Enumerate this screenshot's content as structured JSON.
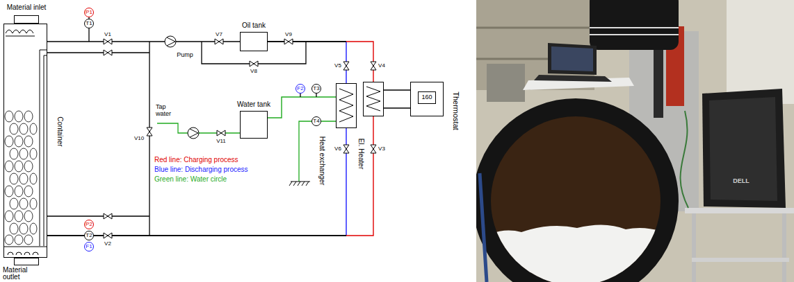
{
  "diagram": {
    "nodes": [
      {
        "text": [
          "Container"
        ]
      },
      {
        "text": [
          "Material inlet"
        ]
      },
      {
        "text": [
          "Material outlet"
        ]
      },
      {
        "text": [
          "Oil tank"
        ]
      },
      {
        "text": [
          "Water tank"
        ]
      },
      {
        "text": [
          "Heat exchanger"
        ]
      },
      {
        "text": [
          "El. Heater"
        ]
      },
      {
        "text": [
          "Thermostat"
        ]
      },
      {
        "text": [
          "160"
        ],
        "in": 7
      }
    ],
    "edges": [
      {
        "from": 0,
        "to": 3,
        "arrow": "none"
      },
      {
        "from": 3,
        "to": 5,
        "arrow": "none"
      },
      {
        "from": 3,
        "to": 6,
        "arrow": "none"
      },
      {
        "from": 5,
        "to": 0,
        "arrow": "none"
      },
      {
        "from": 6,
        "to": 0,
        "arrow": "none"
      },
      {
        "from": 6,
        "to": 7,
        "arrow": "none"
      },
      {
        "from": 4,
        "to": 5,
        "arrow": "none"
      }
    ],
    "labels": [
      "P1",
      "T1",
      "V1",
      "V7",
      "V8",
      "V9",
      "Pump",
      "V10",
      "Tap water",
      "V11",
      "F2",
      "T3",
      "T4",
      "V5",
      "V6",
      "V4",
      "V3",
      "P2",
      "T2",
      "F1",
      "V2",
      "DELL"
    ],
    "legend": [
      {
        "text": "Red line: Charging process",
        "color": "#e00000"
      },
      {
        "text": "Blue line: Discharging process",
        "color": "#1a1aff"
      },
      {
        "text": "Green line: Water circle",
        "color": "#1faa1f"
      }
    ]
  }
}
